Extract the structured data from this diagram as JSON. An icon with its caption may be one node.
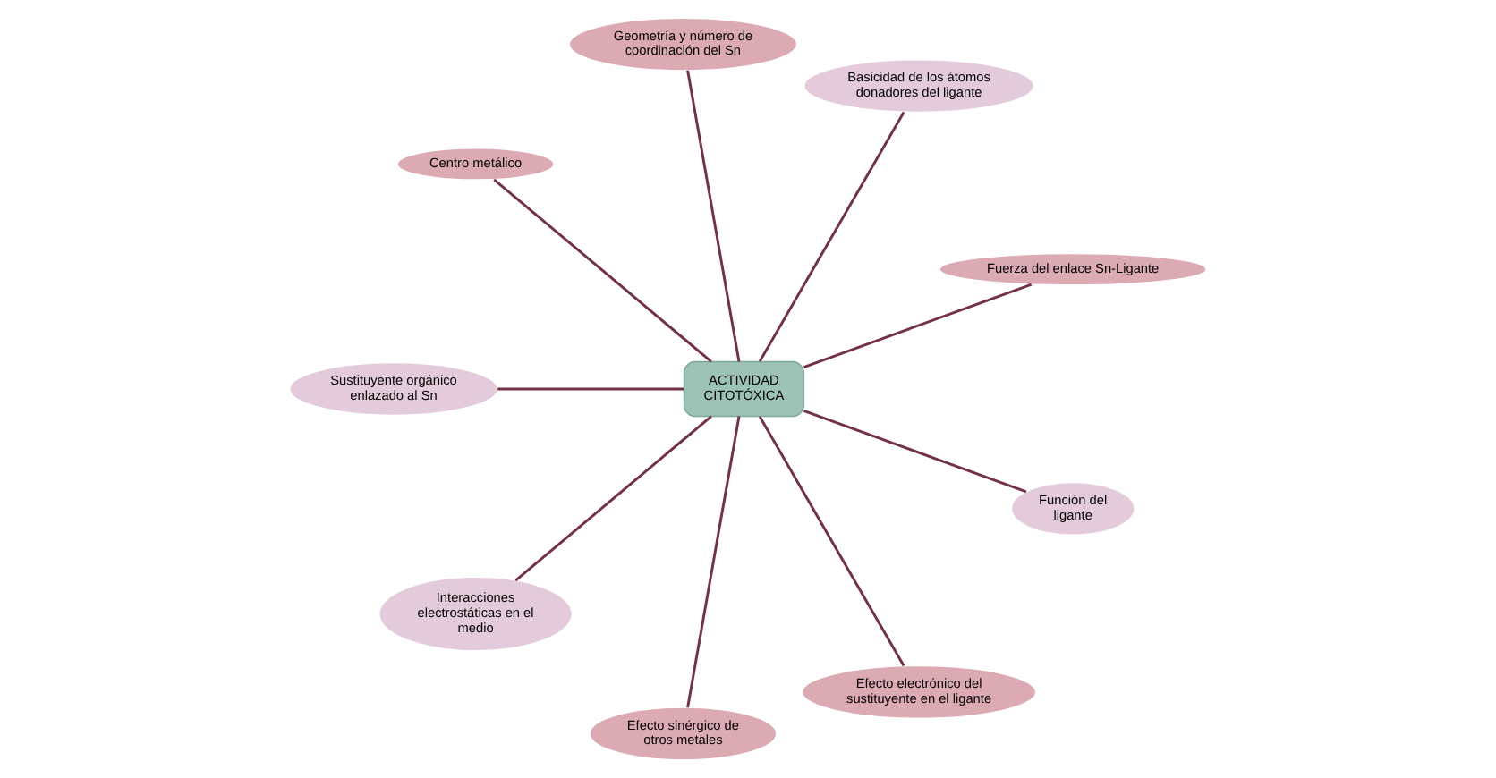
{
  "diagram": {
    "nodes": [
      {
        "text": [
          "ACTIVIDAD CITOTÓXICA"
        ]
      },
      {
        "text": [
          "Fuerza del enlace Sn-Ligante"
        ]
      },
      {
        "text": [
          "Basicidad de los átomos donadores del ligante"
        ]
      },
      {
        "text": [
          "Geometría y número de coordinación del Sn"
        ]
      },
      {
        "text": [
          "Centro metálico"
        ]
      },
      {
        "text": [
          "Sustituyente orgánico enlazado al Sn"
        ]
      },
      {
        "text": [
          "Interacciones electrostáticas en el medio"
        ]
      },
      {
        "text": [
          "Efecto sinérgico de otros metales"
        ]
      },
      {
        "text": [
          "Efecto electrónico del sustituyente en el ligante"
        ]
      },
      {
        "text": [
          "Función del ligante"
        ]
      }
    ],
    "edges": [
      {
        "from": 0,
        "to": 1,
        "arrow": "none"
      },
      {
        "from": 0,
        "to": 3,
        "arrow": "none"
      },
      {
        "from": 0,
        "to": 5,
        "arrow": "none"
      },
      {
        "from": 0,
        "to": 7,
        "arrow": "none"
      },
      {
        "from": 0,
        "to": 9,
        "arrow": "none"
      },
      {
        "from": 0,
        "to": 8,
        "arrow": "none"
      },
      {
        "from": 0,
        "to": 6,
        "arrow": "none"
      },
      {
        "from": 0,
        "to": 4,
        "arrow": "none"
      },
      {
        "from": 0,
        "to": 2,
        "arrow": "none"
      }
    ]
  }
}
